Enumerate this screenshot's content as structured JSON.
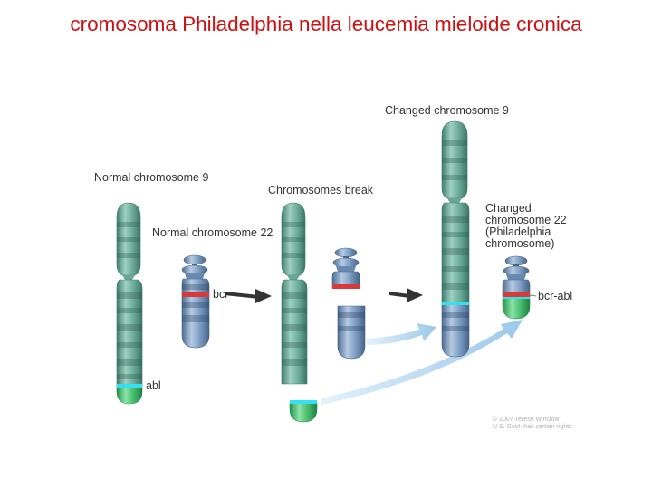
{
  "title": "cromosoma Philadelphia nella leucemia mieloide cronica",
  "colors": {
    "title": "#cc1111",
    "green_chromosome": "#6bab9a",
    "blue_chromosome": "#7594b8",
    "bcr_band": "#d83a3a",
    "abl_band": "#33e0f0",
    "abl_fragment": "#3fb76a",
    "arrow": "#333333",
    "curved_arrow": "#9cc8ea"
  },
  "labels": {
    "normal_chr9": "Normal chromosome 9",
    "normal_chr22": "Normal chromosome 22",
    "bcr": "bcr",
    "abl": "abl",
    "chromosomes_break": "Chromosomes break",
    "changed_chr9": "Changed chromosome 9",
    "changed_chr22_line1": "Changed chromosome 22",
    "changed_chr22_line2": "(Philadelphia chromosome)",
    "bcr_abl": "bcr-abl"
  },
  "credit": {
    "line1": "© 2007 Terese Winslow",
    "line2": "U.S. Govt. has certain rights"
  }
}
